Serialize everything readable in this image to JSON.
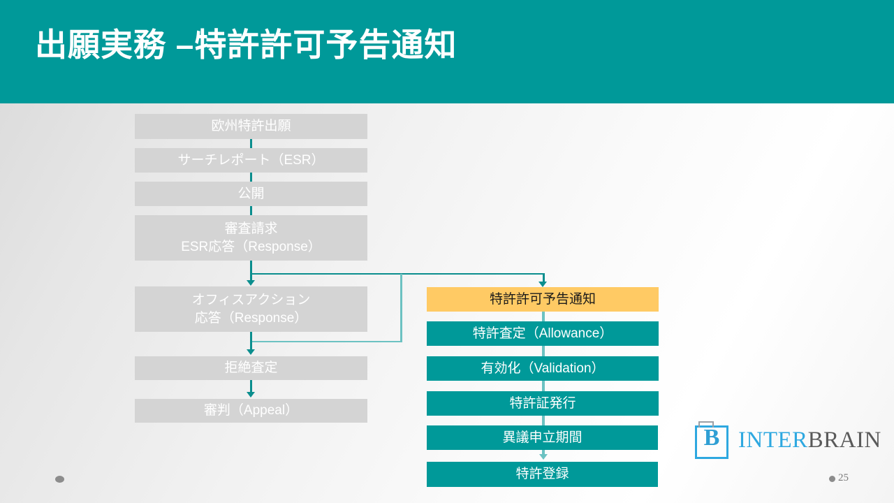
{
  "header": {
    "title": "出願実務 –特許許可予告通知",
    "bar_color": "#009999"
  },
  "colors": {
    "teal": "#009999",
    "gray": "#d4d4d4",
    "orange": "#ffca64",
    "connector": "#0b8e8e",
    "connector_light": "#6cc2c2",
    "logo_blue": "#2ea8e0",
    "logo_gray": "#5a5a5a"
  },
  "flow": {
    "left_column": [
      {
        "label": "欧州特許出願",
        "style": "gray"
      },
      {
        "label": "サーチレポート（ESR）",
        "style": "gray"
      },
      {
        "label": "公開",
        "style": "gray"
      },
      {
        "label_line1": "審査請求",
        "label_line2": "ESR応答（Response）",
        "style": "gray"
      },
      {
        "label_line1": "オフィスアクション",
        "label_line2": "応答（Response）",
        "style": "gray"
      },
      {
        "label": "拒絶査定",
        "style": "gray"
      },
      {
        "label": "審判（Appeal）",
        "style": "gray"
      }
    ],
    "right_column": [
      {
        "label": "特許許可予告通知",
        "style": "orange"
      },
      {
        "label": "特許査定（Allowance）",
        "style": "teal"
      },
      {
        "label": "有効化（Validation）",
        "style": "teal"
      },
      {
        "label": "特許証発行",
        "style": "teal"
      },
      {
        "label": "異議申立期間",
        "style": "teal"
      },
      {
        "label": "特許登録",
        "style": "teal"
      }
    ]
  },
  "logo": {
    "mark_letter": "B",
    "name_part1": "INTER",
    "name_part2": "BRAIN"
  },
  "footer": {
    "page_number": "25"
  }
}
